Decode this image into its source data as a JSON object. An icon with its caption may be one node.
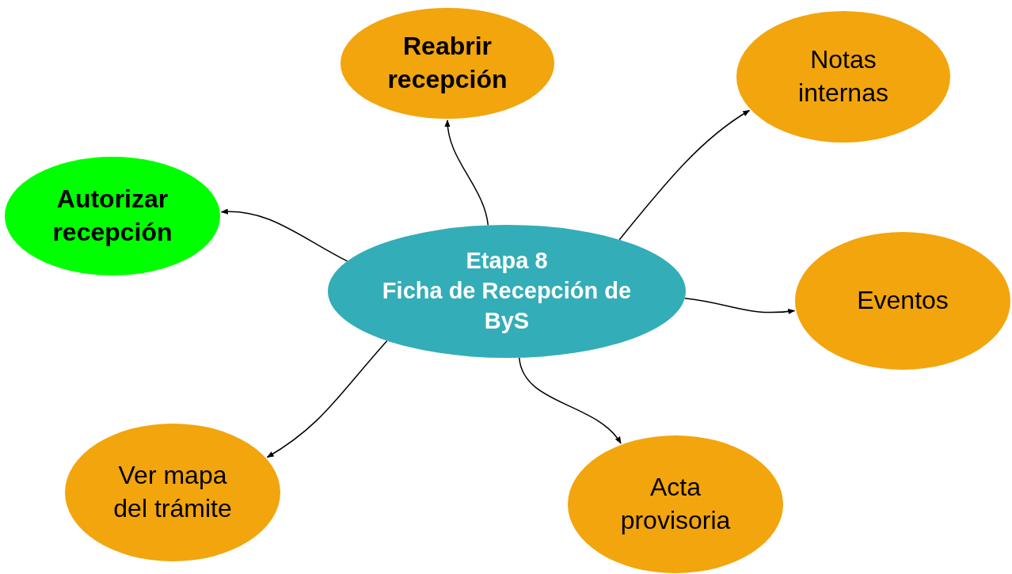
{
  "diagram": {
    "nodes": [
      {
        "text": [
          "Etapa 8",
          "Ficha de Recepción de ByS"
        ]
      },
      {
        "text": [
          "Reabrir recepción"
        ]
      },
      {
        "text": [
          "Notas internas"
        ]
      },
      {
        "text": [
          "Autorizar recepción"
        ]
      },
      {
        "text": [
          "Eventos"
        ]
      },
      {
        "text": [
          "Ver mapa del trámite"
        ]
      },
      {
        "text": [
          "Acta provisoria"
        ]
      }
    ],
    "edges": [
      {
        "from": 0,
        "to": 1,
        "arrow": "to"
      },
      {
        "from": 0,
        "to": 2,
        "arrow": "to"
      },
      {
        "from": 0,
        "to": 3,
        "arrow": "to"
      },
      {
        "from": 0,
        "to": 4,
        "arrow": "to"
      },
      {
        "from": 0,
        "to": 5,
        "arrow": "to"
      },
      {
        "from": 0,
        "to": 6,
        "arrow": "to"
      }
    ]
  }
}
